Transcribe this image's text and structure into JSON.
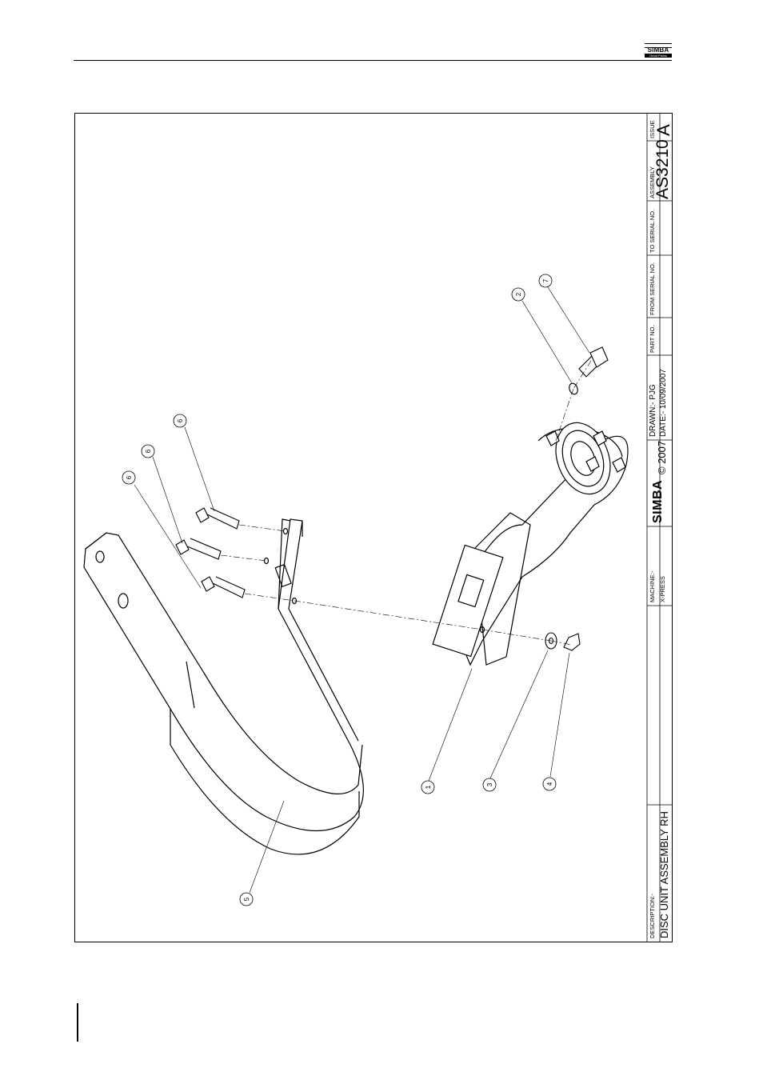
{
  "header": {
    "logo_word": "SIMBA",
    "logo_sub": "Great Plains"
  },
  "title_block": {
    "description_label": "DESCRIPTION:-",
    "description": "DISC UNIT ASSEMBLY RH",
    "machine_label": "MACHINE:-",
    "machine": "X-PRESS",
    "logo_word": "SIMBA",
    "copyright": "© 2007",
    "drawn": "DRAWN:- PJG",
    "date": "DATE:- 10/09/2007",
    "part_no_label": "PART NO.",
    "from_serial_label": "FROM SERIAL NO.",
    "to_serial_label": "TO SERIAL NO.",
    "assembly_label": "ASSEMBLY",
    "assembly": "AS3210",
    "issue_label": "ISSUE",
    "issue": "A"
  },
  "callouts": [
    "1",
    "2",
    "3",
    "4",
    "5",
    "6",
    "6",
    "6",
    "7"
  ]
}
